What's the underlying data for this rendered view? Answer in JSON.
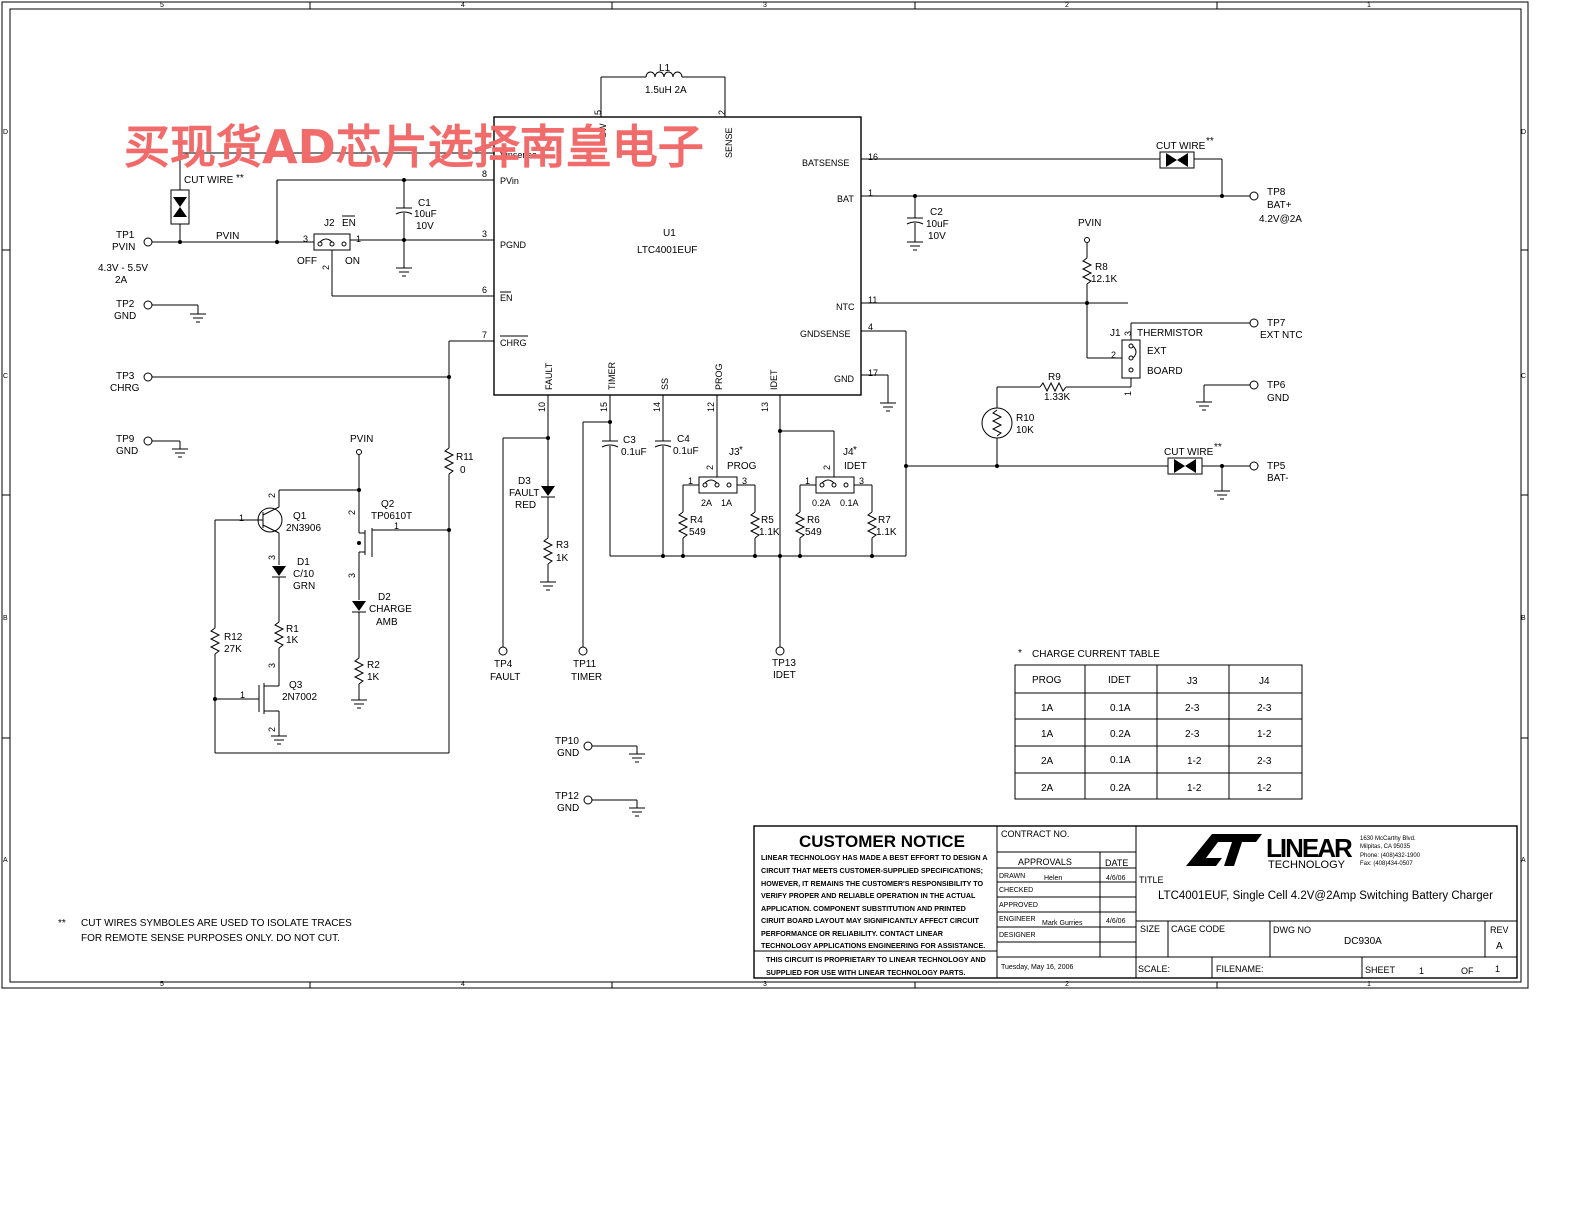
{
  "watermark": "买现货AD芯片选择南皇电子",
  "border": {
    "cols": [
      "5",
      "4",
      "3",
      "2",
      "1"
    ],
    "rows": [
      "D",
      "C",
      "B",
      "A"
    ]
  },
  "ic": {
    "ref": "U1",
    "part": "LTC4001EUF",
    "pins_left": [
      {
        "num": "9",
        "name": "Vinsense"
      },
      {
        "num": "8",
        "name": "PVin"
      },
      {
        "num": "3",
        "name": "PGND"
      },
      {
        "num": "6",
        "name": "EN"
      },
      {
        "num": "7",
        "name": "CHRG"
      }
    ],
    "pins_right": [
      {
        "num": "16",
        "name": "BATSENSE"
      },
      {
        "num": "1",
        "name": "BAT"
      },
      {
        "num": "11",
        "name": "NTC"
      },
      {
        "num": "4",
        "name": "GNDSENSE"
      },
      {
        "num": "17",
        "name": "GND"
      }
    ],
    "pins_top": [
      {
        "num": "5",
        "name": "SW"
      },
      {
        "num": "2",
        "name": "SENSE"
      }
    ],
    "pins_bottom": [
      {
        "num": "10",
        "name": "FAULT"
      },
      {
        "num": "15",
        "name": "TIMER"
      },
      {
        "num": "14",
        "name": "SS"
      },
      {
        "num": "12",
        "name": "PROG"
      },
      {
        "num": "13",
        "name": "IDET"
      }
    ]
  },
  "inductor": {
    "ref": "L1",
    "value": "1.5uH 2A"
  },
  "caps": {
    "c1": {
      "ref": "C1",
      "value": "10uF",
      "volt": "10V"
    },
    "c2": {
      "ref": "C2",
      "value": "10uF",
      "volt": "10V"
    },
    "c3": {
      "ref": "C3",
      "value": "0.1uF"
    },
    "c4": {
      "ref": "C4",
      "value": "0.1uF"
    }
  },
  "resistors": {
    "r1": {
      "ref": "R1",
      "value": "1K"
    },
    "r2": {
      "ref": "R2",
      "value": "1K"
    },
    "r3": {
      "ref": "R3",
      "value": "1K"
    },
    "r4": {
      "ref": "R4",
      "value": "549"
    },
    "r5": {
      "ref": "R5",
      "value": "1.1K"
    },
    "r6": {
      "ref": "R6",
      "value": "549"
    },
    "r7": {
      "ref": "R7",
      "value": "1.1K"
    },
    "r8": {
      "ref": "R8",
      "value": "12.1K"
    },
    "r9": {
      "ref": "R9",
      "value": "1.33K"
    },
    "r10": {
      "ref": "R10",
      "value": "10K"
    },
    "r11": {
      "ref": "R11",
      "value": "0"
    },
    "r12": {
      "ref": "R12",
      "value": "27K"
    }
  },
  "diodes": {
    "d1": {
      "ref": "D1",
      "l1": "C/10",
      "l2": "GRN"
    },
    "d2": {
      "ref": "D2",
      "l1": "CHARGE",
      "l2": "AMB"
    },
    "d3": {
      "ref": "D3",
      "l1": "FAULT",
      "l2": "RED"
    }
  },
  "transistors": {
    "q1": {
      "ref": "Q1",
      "part": "2N3906"
    },
    "q2": {
      "ref": "Q2",
      "part": "TP0610T"
    },
    "q3": {
      "ref": "Q3",
      "part": "2N7002"
    }
  },
  "jumpers": {
    "j1": {
      "ref": "J1",
      "l1": "THERMISTOR",
      "l2": "EXT",
      "l3": "BOARD"
    },
    "j2": {
      "ref": "J2",
      "en": "EN",
      "off": "OFF",
      "on": "ON"
    },
    "j3": {
      "ref": "J3",
      "star": "*",
      "label": "PROG",
      "a": "2A",
      "b": "1A"
    },
    "j4": {
      "ref": "J4",
      "star": "*",
      "label": "IDET",
      "a": "0.2A",
      "b": "0.1A"
    }
  },
  "testpoints": {
    "tp1": {
      "ref": "TP1",
      "name": "PVIN",
      "note1": "4.3V - 5.5V",
      "note2": "2A"
    },
    "tp2": {
      "ref": "TP2",
      "name": "GND"
    },
    "tp3": {
      "ref": "TP3",
      "name": "CHRG"
    },
    "tp4": {
      "ref": "TP4",
      "name": "FAULT"
    },
    "tp5": {
      "ref": "TP5",
      "name": "BAT-"
    },
    "tp6": {
      "ref": "TP6",
      "name": "GND"
    },
    "tp7": {
      "ref": "TP7",
      "name": "EXT NTC"
    },
    "tp8": {
      "ref": "TP8",
      "name": "BAT+",
      "note": "4.2V@2A"
    },
    "tp9": {
      "ref": "TP9",
      "name": "GND"
    },
    "tp10": {
      "ref": "TP10",
      "name": "GND"
    },
    "tp11": {
      "ref": "TP11",
      "name": "TIMER"
    },
    "tp12": {
      "ref": "TP12",
      "name": "GND"
    },
    "tp13": {
      "ref": "TP13",
      "name": "IDET"
    }
  },
  "nets": {
    "pvin": "PVIN"
  },
  "cut_wire": {
    "label": "CUT WIRE",
    "stars": "**"
  },
  "footnote": {
    "stars": "**",
    "line1": "CUT WIRES SYMBOLES ARE USED TO ISOLATE TRACES",
    "line2": "FOR REMOTE SENSE PURPOSES ONLY. DO NOT CUT."
  },
  "table": {
    "title": "CHARGE CURRENT TABLE",
    "star": "*",
    "headers": [
      "PROG",
      "IDET",
      "J3",
      "J4"
    ],
    "rows": [
      [
        "1A",
        "0.1A",
        "2-3",
        "2-3"
      ],
      [
        "1A",
        "0.2A",
        "2-3",
        "1-2"
      ],
      [
        "2A",
        "0.1A",
        "1-2",
        "2-3"
      ],
      [
        "2A",
        "0.2A",
        "1-2",
        "1-2"
      ]
    ]
  },
  "title_block": {
    "notice_title": "CUSTOMER NOTICE",
    "notice_lines": [
      "LINEAR TECHNOLOGY HAS MADE A BEST EFFORT TO DESIGN A",
      "CIRCUIT THAT MEETS CUSTOMER-SUPPLIED SPECIFICATIONS;",
      "HOWEVER, IT REMAINS THE CUSTOMER'S RESPONSIBILITY TO",
      "VERIFY PROPER AND RELIABLE OPERATION IN THE ACTUAL",
      "APPLICATION.  COMPONENT SUBSTITUTION AND PRINTED",
      "CIRUIT BOARD LAYOUT MAY SIGNIFICANTLY AFFECT CIRCUIT",
      "PERFORMANCE OR RELIABILITY.  CONTACT LINEAR",
      "TECHNOLOGY APPLICATIONS ENGINEERING FOR ASSISTANCE."
    ],
    "proprietary_lines": [
      "THIS CIRCUIT IS PROPRIETARY TO LINEAR TECHNOLOGY AND",
      "SUPPLIED FOR USE WITH LINEAR TECHNOLOGY PARTS."
    ],
    "contract_no": "CONTRACT NO.",
    "approvals": "APPROVALS",
    "date_hdr": "DATE",
    "drawn": "DRAWN",
    "drawn_by": "Helen",
    "drawn_date": "4/6/06",
    "checked": "CHECKED",
    "approved": "APPROVED",
    "engineer": "ENGINEER",
    "engineer_name": "Mark Gurries",
    "engineer_date": "4/6/06",
    "designer": "DESIGNER",
    "print_date": "Tuesday, May 16, 2006",
    "company_logo": "LINEAR",
    "company_sub": "TECHNOLOGY",
    "address": [
      "1630 McCarthy Blvd.",
      "Milpitas, CA 95035",
      "Phone: (408)432-1900",
      "Fax: (408)434-0507"
    ],
    "title_label": "TITLE",
    "title": "LTC4001EUF,  Single Cell 4.2V@2Amp Switching Battery Charger",
    "size": "SIZE",
    "cage_code": "CAGE CODE",
    "dwg_no": "DWG NO",
    "dwg_value": "DC930A",
    "rev": "REV",
    "rev_value": "A",
    "scale": "SCALE:",
    "filename": "FILENAME:",
    "sheet": "SHEET",
    "sheet_num": "1",
    "of": "OF",
    "sheet_total": "1"
  }
}
